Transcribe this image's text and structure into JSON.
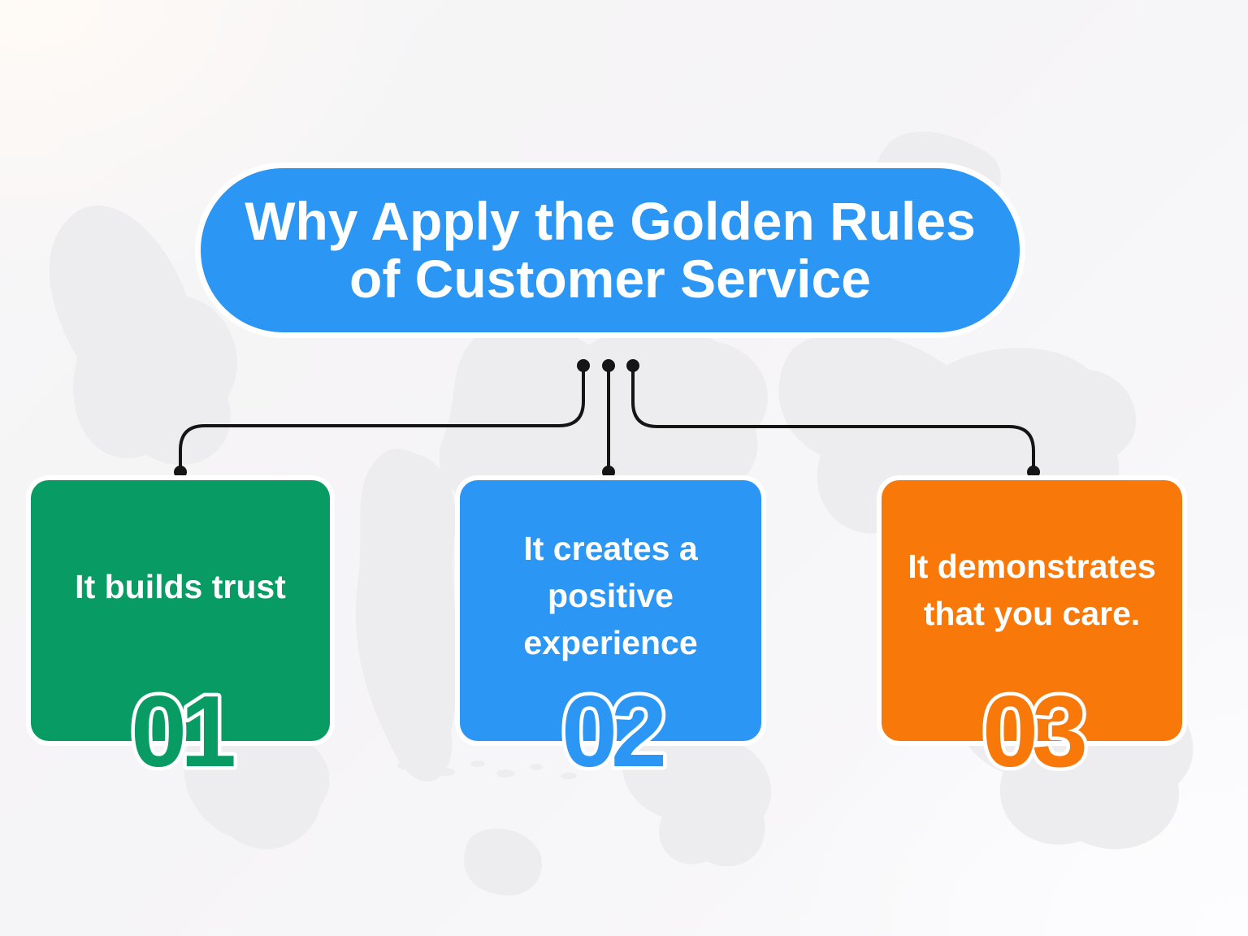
{
  "title": {
    "line1": "Why Apply the Golden Rules",
    "line2": "of Customer Service"
  },
  "cards": [
    {
      "number": "01",
      "color": "#089B63",
      "lines": [
        "It builds trust"
      ]
    },
    {
      "number": "02",
      "color": "#2B96F3",
      "lines": [
        "It creates a",
        "positive",
        "experience"
      ]
    },
    {
      "number": "03",
      "color": "#F8780A",
      "lines": [
        "It demonstrates",
        "that you care."
      ]
    }
  ],
  "colors": {
    "title_bg": "#2B96F3",
    "title_text": "#FFFFFF",
    "card_text": "#FFFFFF",
    "number_outline": "#FFFFFF",
    "connector": "#151515",
    "map": "#EDECEE",
    "background": "#F7F6F7"
  }
}
